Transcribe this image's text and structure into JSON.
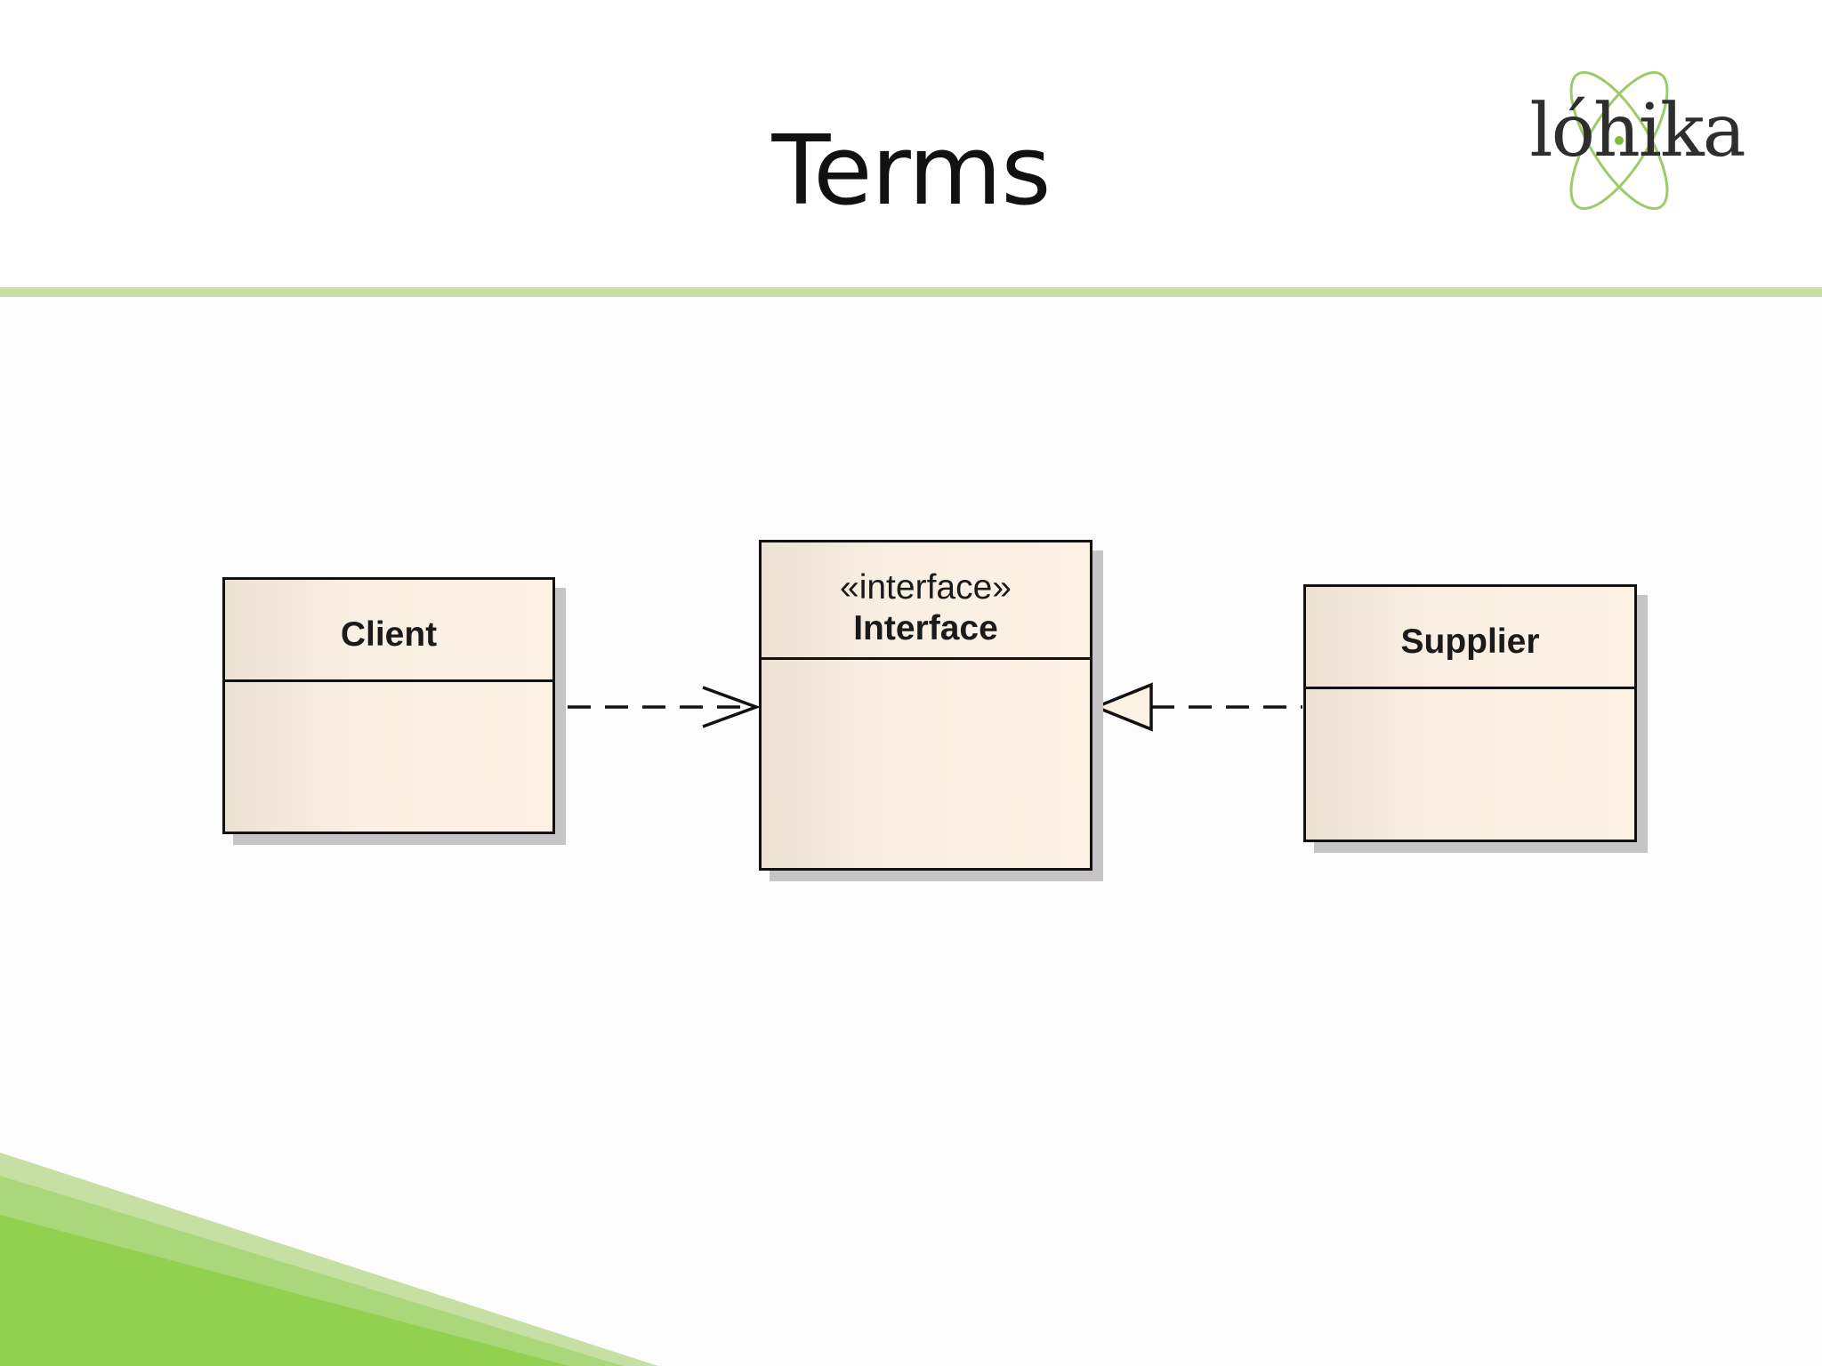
{
  "slide": {
    "title": "Terms"
  },
  "logo": {
    "text": "lóhika",
    "colors": {
      "text": "#2e2e2e",
      "accent": "#7bbd3c"
    }
  },
  "diagram": {
    "classes": [
      {
        "id": "client",
        "name": "Client",
        "stereotype": ""
      },
      {
        "id": "interface",
        "name": "Interface",
        "stereotype": "«interface»"
      },
      {
        "id": "supplier",
        "name": "Supplier",
        "stereotype": ""
      }
    ],
    "relations": [
      {
        "from": "client",
        "to": "interface",
        "kind": "dependency",
        "line": "dashed",
        "head": "open-arrow"
      },
      {
        "from": "supplier",
        "to": "interface",
        "kind": "realization",
        "line": "dashed",
        "head": "hollow-triangle"
      }
    ],
    "colors": {
      "class_fill": "#f9efe2",
      "class_border": "#111111",
      "shadow": "#c6c4c4",
      "theme_green": "#92d050",
      "theme_light_green": "#c6e0a4"
    }
  }
}
